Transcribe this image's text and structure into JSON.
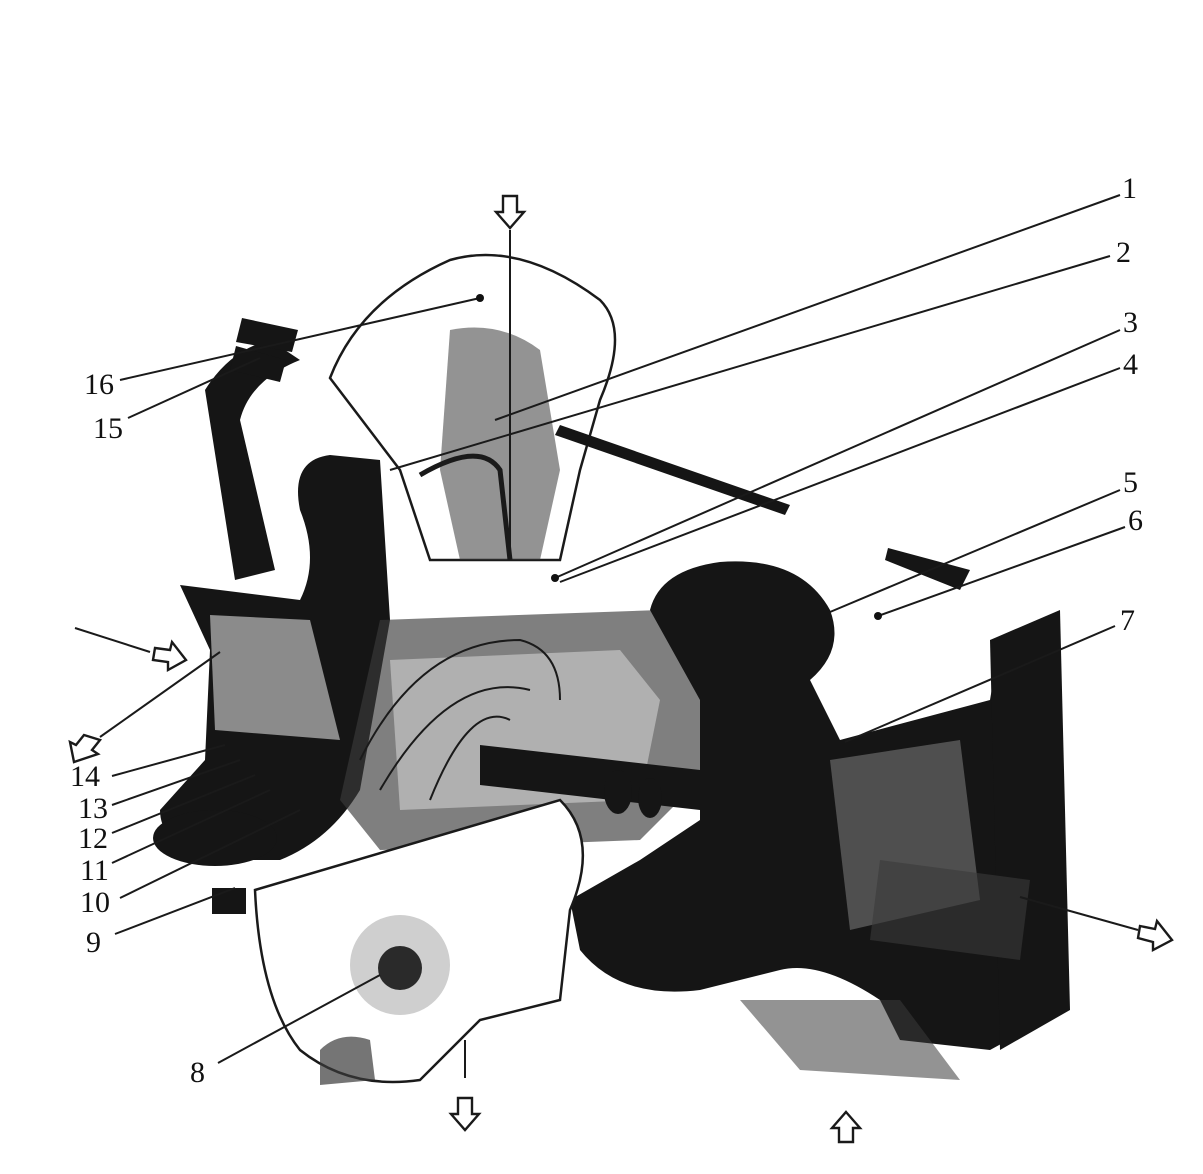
{
  "callouts": {
    "n1": "1",
    "n2": "2",
    "n3": "3",
    "n4": "4",
    "n5": "5",
    "n6": "6",
    "n7": "7",
    "n8": "8",
    "n9": "9",
    "n10": "10",
    "n11": "11",
    "n12": "12",
    "n13": "13",
    "n14": "14",
    "n15": "15",
    "n16": "16"
  },
  "flow_arrows": [
    "top-inlet-arrow",
    "left-inlet-arrow",
    "left-outlet-arrow",
    "right-outlet-arrow",
    "bottom-outlet-arrow",
    "bottom-inlet-arrow"
  ],
  "colors": {
    "ink": "#151515",
    "paper": "#ffffff",
    "shade": "#3a3a3a"
  }
}
